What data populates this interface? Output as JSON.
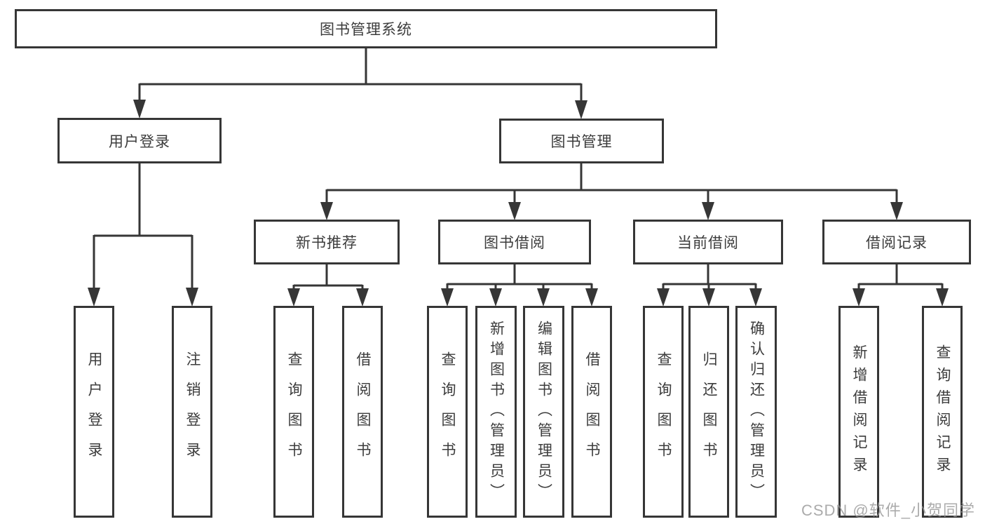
{
  "diagram": {
    "root": {
      "label": "图书管理系统"
    },
    "children": [
      {
        "label": "用户登录",
        "children": [
          {
            "label": "用户登录"
          },
          {
            "label": "注销登录"
          }
        ]
      },
      {
        "label": "图书管理",
        "children": [
          {
            "label": "新书推荐",
            "children": [
              {
                "label": "查询图书"
              },
              {
                "label": "借阅图书"
              }
            ]
          },
          {
            "label": "图书借阅",
            "children": [
              {
                "label": "查询图书"
              },
              {
                "label": "新增图书（管理员）"
              },
              {
                "label": "编辑图书（管理员）"
              },
              {
                "label": "借阅图书"
              }
            ]
          },
          {
            "label": "当前借阅",
            "children": [
              {
                "label": "查询图书"
              },
              {
                "label": "归还图书"
              },
              {
                "label": "确认归还（管理员）"
              }
            ]
          },
          {
            "label": "借阅记录",
            "children": [
              {
                "label": "新增借阅记录"
              },
              {
                "label": "查询借阅记录"
              }
            ]
          }
        ]
      }
    ]
  },
  "watermark": {
    "text": "CSDN @软件_小贺同学"
  },
  "colors": {
    "line": "#363636",
    "text": "#3c3c3c",
    "watermark": "#949494",
    "background": "#ffffff"
  }
}
